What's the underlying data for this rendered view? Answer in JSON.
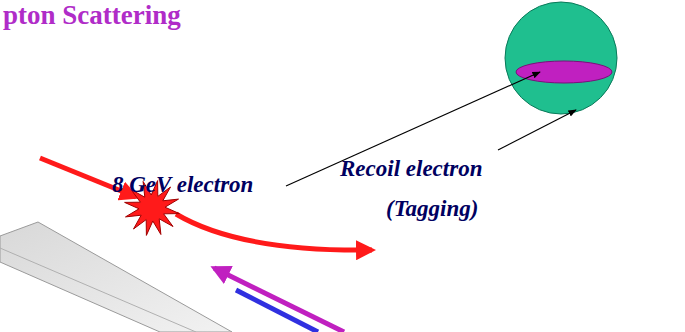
{
  "diagram": {
    "title": "pton Scattering",
    "labels": [
      "8 GeV electron",
      "Recoil electron",
      "(Tagging)"
    ]
  }
}
